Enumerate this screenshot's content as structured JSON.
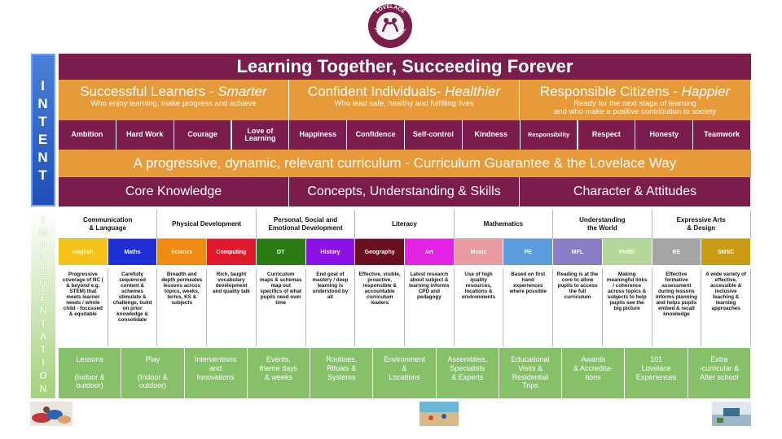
{
  "logo": {
    "ring_text_top": "LOVELACE",
    "ring_text_bottom": "PRIMARY SCHOOL",
    "color": "#7a1c4c"
  },
  "side_labels": {
    "intent": [
      "I",
      "N",
      "T",
      "E",
      "N",
      "T"
    ],
    "implementation": [
      "I",
      "M",
      "P",
      "L",
      "E",
      "M",
      "E",
      "N",
      "T",
      "A",
      "T",
      "I",
      "O",
      "N"
    ]
  },
  "title": "Learning Together, Succeeding Forever",
  "aims": [
    {
      "title": "Successful Learners - ",
      "emphasis": "Smarter",
      "subtitle": "Who enjoy learning, make progress and achieve"
    },
    {
      "title": "Confident Individuals- ",
      "emphasis": "Healthier",
      "subtitle": "Who lead safe, healthy and fulfilling lives"
    },
    {
      "title": "Responsible Citizens - ",
      "emphasis": "Happier",
      "subtitle": "Ready for the next stage of learning\nand who make a positive contribution to society"
    }
  ],
  "values": [
    "Ambition",
    "Hard Work",
    "Courage",
    "Love of\nLearning",
    "Happiness",
    "Confidence",
    "Self-control",
    "Kindness",
    "Responsibility",
    "Respect",
    "Honesty",
    "Teamwork"
  ],
  "curriculum_banner": "A progressive, dynamic, relevant curriculum - Curriculum Guarantee & the Lovelace Way",
  "pillars": [
    "Core Knowledge",
    "Concepts, Understanding & Skills",
    "Character & Attitudes"
  ],
  "areas": [
    "Communication\n& Language",
    "Physical Development",
    "Personal, Social and\nEmotional Development",
    "Literacy",
    "Mathematics",
    "Understanding\nthe World",
    "Expressive Arts\n& Design"
  ],
  "subjects": [
    {
      "name": "English",
      "color": "#f5c21a"
    },
    {
      "name": "Maths",
      "color": "#1f2fd6"
    },
    {
      "name": "Science",
      "color": "#f08a13"
    },
    {
      "name": "Computing",
      "color": "#e0192d"
    },
    {
      "name": "DT",
      "color": "#2c7a14"
    },
    {
      "name": "History",
      "color": "#8d12e3"
    },
    {
      "name": "Geography",
      "color": "#6a0f1e"
    },
    {
      "name": "Art",
      "color": "#e323e3"
    },
    {
      "name": "Music",
      "color": "#e89aa0"
    },
    {
      "name": "PE",
      "color": "#5b9ddc"
    },
    {
      "name": "MFL",
      "color": "#8b7cc6"
    },
    {
      "name": "PHSE",
      "color": "#b5d79a"
    },
    {
      "name": "RE",
      "color": "#a5a5a5"
    },
    {
      "name": "SMSC",
      "color": "#c99a12"
    }
  ],
  "descriptions": [
    "Progressive coverage of NC ( & beyond e.g. STEM) that meets learner needs / whole child - focussed & equitable",
    "Carefully sequenced content & schemes stimulate & challenge, build on prior knowledge & consolidate",
    "Breadth and depth permeates lessons across topics, weeks, terms, KS & subjects",
    "Rich, taught vocabulary development and quality talk",
    "Curriculum maps & schemas map out specifics of what pupils need over time",
    "End goal of mastery / deep learning is understood by all",
    "Effective, visible, proactive, responsible & accountable curriculum leaders",
    "Latest research about subject & learning informs CPD and pedagogy",
    "Use of high quality resources, locations & environments",
    "Based on first hand experiences where possible",
    "Reading is at the core to allow pupils to access the full curriculum",
    "Making meaningful links / coherence across topics & subjects to help pupils see the big picture",
    "Effective formative assessment during lessons informs planning and helps pupils embed & recall knowledge",
    "A wide variety of effective, accessible & inclusive teaching & learning approaches"
  ],
  "provision": [
    "Lessons\n\n(Indoor &\noutdoor)",
    "Play\n\n(Indoor &\noutdoor)",
    "Interventions\nand\nInnovations",
    "Events,\ntheme days\n& weeks",
    "Routines,\nRituals &\nSystems",
    "Environment\n&\nLocations",
    "Assemblies,\nSpecialists\n& Experts",
    "Educational\nVisits &\nResidential\nTrips",
    "Awards\n& Accredita-\ntions",
    "101\nLovelace\nExperiences",
    "Extra\n-curricular &\nAfter school"
  ],
  "colors": {
    "maroon": "#7a1c4c",
    "orange": "#e69a3a",
    "green": "#86c16a",
    "intent_blue": "#2456c2"
  }
}
